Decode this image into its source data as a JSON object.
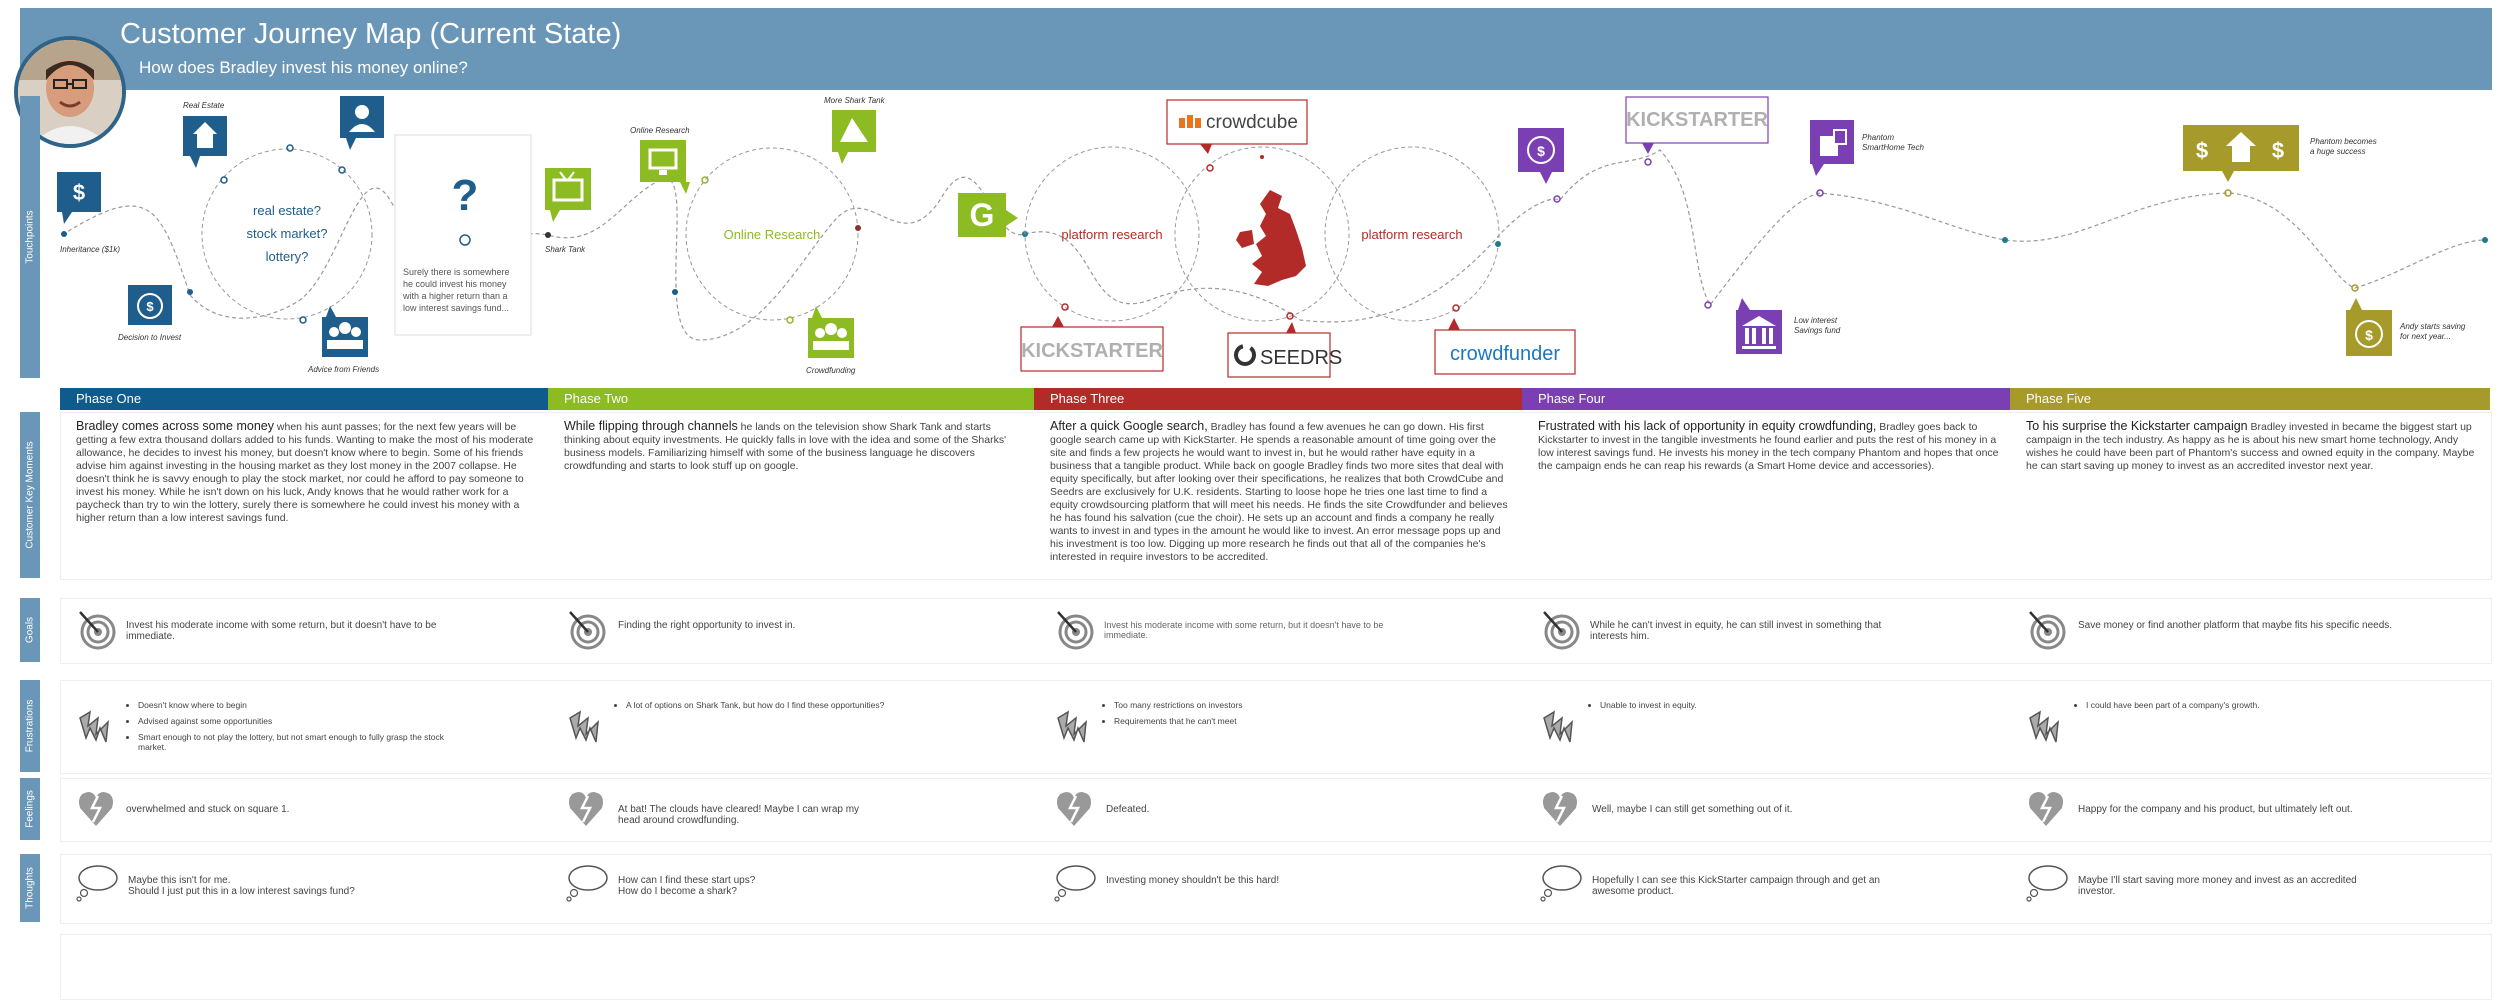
{
  "header": {
    "title": "Customer Journey Map (Current State)",
    "subtitle": "How does Bradley invest his money online?"
  },
  "row_labels": {
    "touchpoints": "Touchpoints",
    "moments": "Customer Key Moments",
    "goals": "Goals",
    "frustrations": "Frustrations",
    "feelings": "Feelings",
    "thoughts": "Thoughts"
  },
  "touchpoints": {
    "inheritance": "Inheritance ($1k)",
    "decision": "Decision to Invest",
    "real_estate": "Real Estate",
    "advice": "Advice from Friends",
    "circle1": [
      "real estate?",
      "stock market?",
      "lottery?"
    ],
    "question": "?",
    "question_note": [
      "Surely there is somewhere",
      "he could invest his money",
      "with a higher return than a",
      "low interest savings fund..."
    ],
    "shark_tank": "Shark Tank",
    "online_research_label": "Online Research",
    "online_research_circle": "Online Research",
    "more_shark_tank": "More Shark Tank",
    "crowdfunding": "Crowdfunding",
    "google_letter": "G",
    "platform_research_1": "platform research",
    "platform_research_2": "platform research",
    "crowdcube": "crowdcube",
    "kickstarter_1": "KICKSTARTER",
    "seedrs": "SEEDRS",
    "crowdfunder": "crowdfunder",
    "kickstarter_2": "KICKSTARTER",
    "phantom": [
      "Phantom",
      "SmartHome Tech"
    ],
    "low_interest": [
      "Low interest",
      "Savings fund"
    ],
    "phantom_success": [
      "Phantom becomes",
      "a huge success"
    ],
    "andy_saving": [
      "Andy starts saving",
      "for next year..."
    ]
  },
  "phases": [
    {
      "name": "Phase One",
      "color": "#0f5b8c"
    },
    {
      "name": "Phase Two",
      "color": "#8dbb22"
    },
    {
      "name": "Phase Three",
      "color": "#b32b29"
    },
    {
      "name": "Phase Four",
      "color": "#7b3fb4"
    },
    {
      "name": "Phase Five",
      "color": "#a69a2a"
    }
  ],
  "moments": [
    {
      "lead": "Bradley comes across some money",
      "text": " when his aunt passes; for the next few years will be getting a few extra thousand dollars added to his funds. Wanting to make the most of his moderate allowance, he decides to invest his money, but doesn't know where to begin. Some of his friends advise him against investing in the housing market as they lost money in the 2007 collapse. He doesn't think he is savvy enough to play the stock market, nor could he afford to pay someone to invest his money. While he isn't down on his luck, Andy knows that he would rather work for a paycheck than try to win the lottery, surely there is somewhere he could invest his money with a higher return than a low interest savings fund."
    },
    {
      "lead": "While flipping through channels",
      "text": " he lands on the television show Shark Tank and starts thinking about equity investments. He quickly falls in love with the idea and some of the Sharks' business models. Familiarizing himself with some of the business language he discovers crowdfunding and starts to look stuff up on google."
    },
    {
      "lead": "After a quick Google search,",
      "text": " Bradley has found a few avenues he can go down. His first google search came up with KickStarter. He spends a reasonable amount of  time going over the site and finds a few projects he would want to invest in, but he would rather have equity in a business that a tangible product. While back on google Bradley finds two more sites that deal with equity specifically, but after looking over their specifications, he realizes that both CrowdCube and Seedrs are exclusively for U.K. residents. Starting to loose hope he tries one last time to find a equity crowdsourcing platform that will meet his needs. He finds the site Crowdfunder and believes he has found his salvation (cue the choir). He sets up an account and finds a company he really wants to invest in and types in the amount he would like to invest. An error message pops up and his investment is too low. Digging up more research he finds out that all of the companies he's interested in require investors to be accredited."
    },
    {
      "lead": "Frustrated with his lack of opportunity in equity crowdfunding,",
      "text": " Bradley goes back to Kickstarter to invest in the tangible investments he found earlier and puts the rest of his money in a low interest savings fund. He invests his money in the tech company Phantom and hopes that once the campaign ends he can reap his rewards (a Smart Home device and accessories)."
    },
    {
      "lead": "To his surprise the Kickstarter campaign",
      "text": " Bradley invested in became the biggest start up campaign in the tech industry. As happy as he is about his new smart home technology, Andy wishes he could have been part of Phantom's success and owned equity in the company. Maybe he can start saving up money to invest as an accredited investor next year."
    }
  ],
  "goals": [
    "Invest his moderate income with some return, but it doesn't have to be immediate.",
    "Finding the right opportunity to invest in.",
    "Invest his moderate income with some return, but it doesn't have to be immediate.",
    "While he can't invest in equity, he can still invest in something that interests him.",
    "Save money or find another platform that maybe fits his specific needs."
  ],
  "frustrations": [
    [
      "Doesn't know where to begin",
      "Advised against some opportunities",
      "Smart enough to not play the lottery, but not smart enough to fully grasp the stock market."
    ],
    [
      "A lot of options on Shark Tank,  but how do I find these opportunities?"
    ],
    [
      "Too many restrictions on investors",
      "Requirements that he can't meet"
    ],
    [
      "Unable to invest in equity."
    ],
    [
      "I could have been part of a company's growth."
    ]
  ],
  "feelings": [
    [
      "overwhelmed and stuck on square 1."
    ],
    [
      "At bat! The clouds have cleared! Maybe I can wrap my",
      "head around crowdfunding."
    ],
    [
      "Defeated."
    ],
    [
      "Well, maybe I can still get something out of it."
    ],
    [
      "Happy for the company and his product, but ultimately left out."
    ]
  ],
  "thoughts": [
    [
      "Maybe this isn't for me.",
      "Should I just put this in a low interest savings fund?"
    ],
    [
      "How can I find these start ups?",
      "How do I become a shark?"
    ],
    [
      "Investing money shouldn't be this hard!"
    ],
    [
      "Hopefully I can see this KickStarter campaign through and get an",
      "awesome product."
    ],
    [
      "Maybe I'll start saving more money and invest as an accredited",
      "investor."
    ]
  ]
}
